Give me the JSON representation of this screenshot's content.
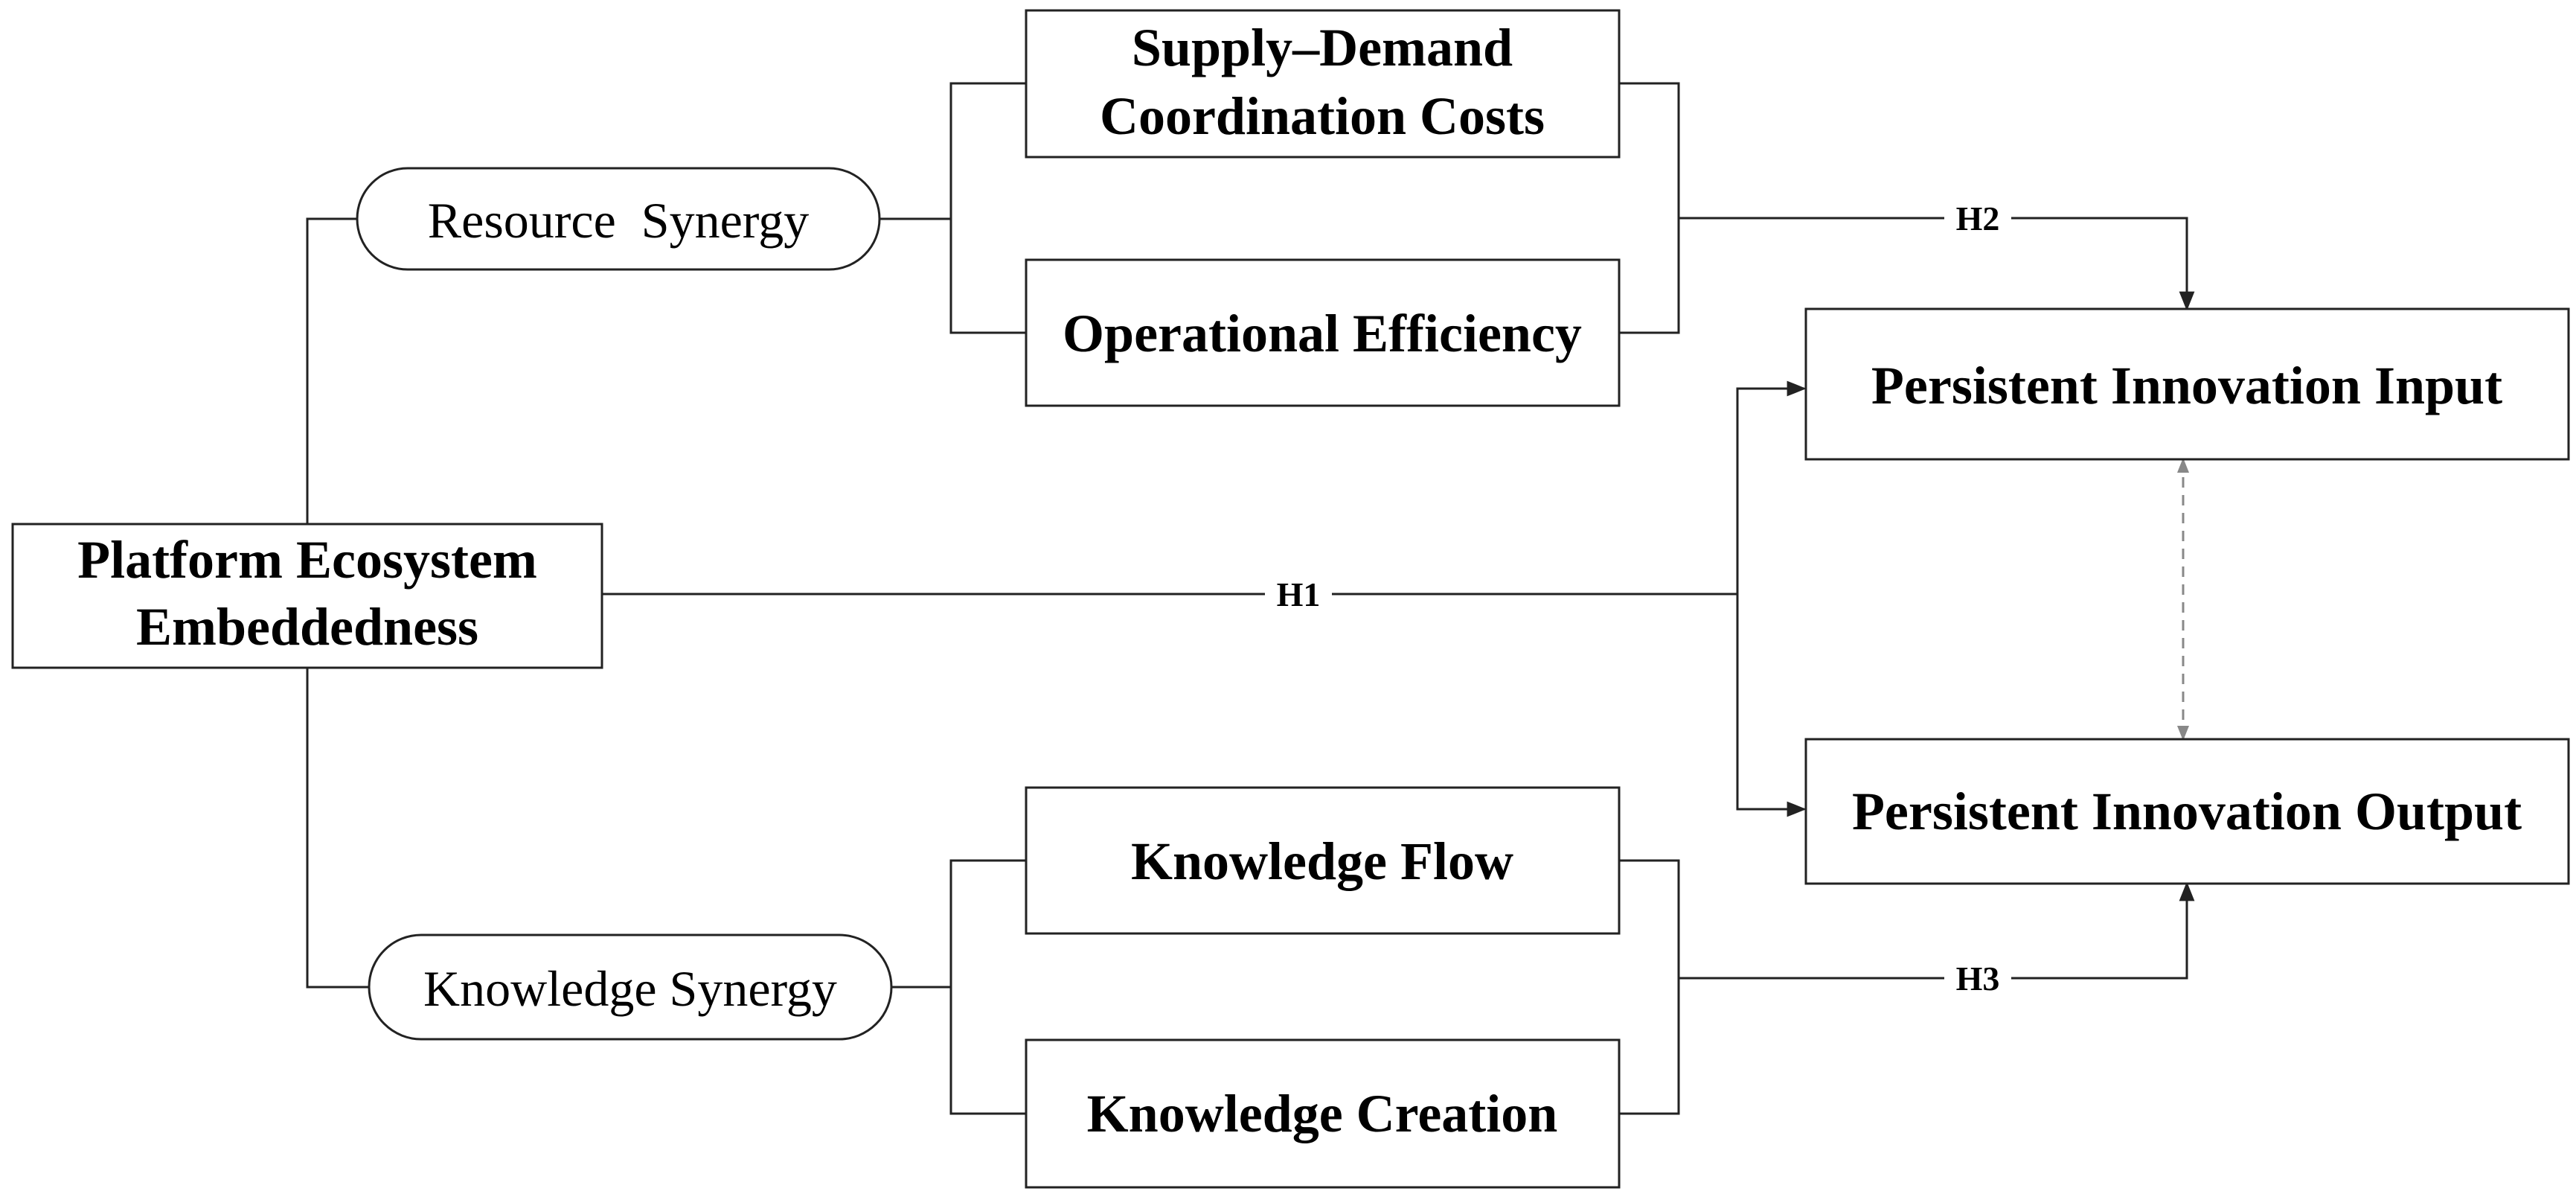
{
  "nodes": {
    "platform_embeddedness": {
      "lines": [
        "Platform Ecosystem",
        "Embeddedness"
      ]
    },
    "resource_synergy": {
      "label": "Resource  Synergy"
    },
    "knowledge_synergy": {
      "label": "Knowledge Synergy"
    },
    "supply_demand": {
      "lines": [
        "Supply–Demand",
        "Coordination Costs"
      ]
    },
    "operational_efficiency": {
      "label": "Operational Efficiency"
    },
    "knowledge_flow": {
      "label": "Knowledge Flow"
    },
    "knowledge_creation": {
      "label": "Knowledge Creation"
    },
    "innovation_input": {
      "label": "Persistent Innovation Input"
    },
    "innovation_output": {
      "label": "Persistent Innovation Output"
    }
  },
  "hypotheses": {
    "h1": "H1",
    "h2": "H2",
    "h3": "H3"
  }
}
